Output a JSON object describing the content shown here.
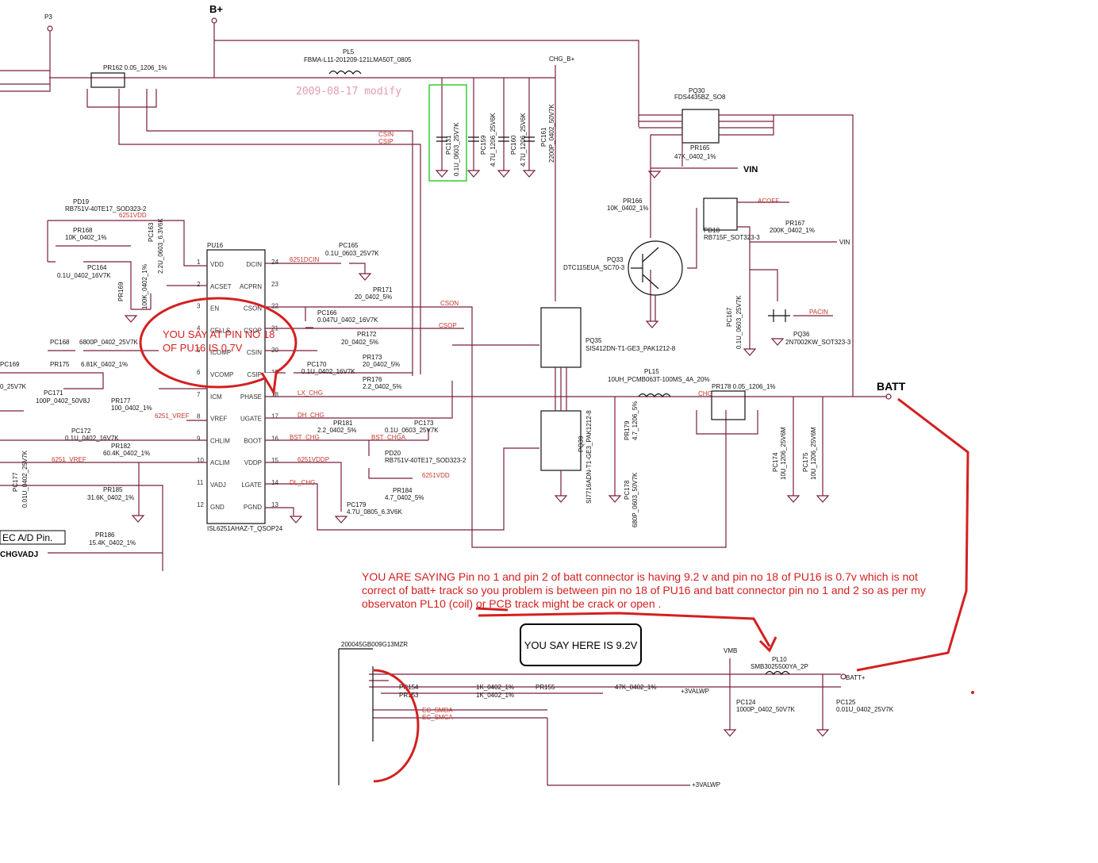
{
  "nets": {
    "bplus": "B+",
    "p3": "P3",
    "chg_bplus": "CHG_B+",
    "vin": "VIN",
    "vin2": "VIN",
    "batt": "BATT",
    "batt_plus": "BATT+",
    "vmb": "VMB",
    "acoff": "ACOFF",
    "pacin": "PACIN",
    "csin": "CSIN",
    "csip": "CSIP",
    "cson": "CSON",
    "csop": "CSOP",
    "lx_chg": "LX_CHG",
    "dh_chg": "DH_CHG",
    "bst_chg": "BST_CHG",
    "bst_chga": "BST_CHGA",
    "dl_chg": "DL_CHG",
    "vdd6251": "6251VDD",
    "vdd6251b": "6251VDD",
    "vdd6251c": "6251VDD",
    "vdd6251p": "6251VDDP",
    "vref6251": "6251_VREF",
    "vref6251b": "6251_VREF",
    "dcin6251": "6251DCIN",
    "valwp1": "+3VALWP",
    "valwp2": "+3VALWP",
    "ec_smda": "EC_SMDA",
    "ec_smca": "EC_SMCA",
    "ec_ad": "EC A/D Pin.",
    "chgvadj": "CHGVADJ",
    "chg": "CHG"
  },
  "modify": "2009-08-17 modify",
  "chip": {
    "ref": "PU16",
    "part": "ISL6251AHAZ-T_QSOP24",
    "left_pins": [
      {
        "name": "VDD",
        "num": "1"
      },
      {
        "name": "ACSET",
        "num": "2"
      },
      {
        "name": "EN",
        "num": "3"
      },
      {
        "name": "CELLS",
        "num": "4"
      },
      {
        "name": "ICOMP",
        "num": "5"
      },
      {
        "name": "VCOMP",
        "num": "6"
      },
      {
        "name": "ICM",
        "num": "7"
      },
      {
        "name": "VREF",
        "num": "8"
      },
      {
        "name": "CHLIM",
        "num": "9"
      },
      {
        "name": "ACLIM",
        "num": "10"
      },
      {
        "name": "VADJ",
        "num": "11"
      },
      {
        "name": "GND",
        "num": "12"
      }
    ],
    "right_pins": [
      {
        "name": "DCIN",
        "num": "24"
      },
      {
        "name": "ACPRN",
        "num": "23"
      },
      {
        "name": "CSON",
        "num": "22"
      },
      {
        "name": "CSOP",
        "num": "21"
      },
      {
        "name": "CSIN",
        "num": "20"
      },
      {
        "name": "CSIP",
        "num": "19"
      },
      {
        "name": "PHASE",
        "num": "18"
      },
      {
        "name": "UGATE",
        "num": "17"
      },
      {
        "name": "BOOT",
        "num": "16"
      },
      {
        "name": "VDDP",
        "num": "15"
      },
      {
        "name": "LGATE",
        "num": "14"
      },
      {
        "name": "PGND",
        "num": "13"
      }
    ]
  },
  "components": {
    "pl5": [
      "PL5",
      "FBMA-L11-201209-121LMA50T_0805"
    ],
    "pr162": [
      "PR162 0.05_1206_1%"
    ],
    "pc131": [
      "PC131",
      "0.1U_0603_25V7K"
    ],
    "pc159": [
      "PC159",
      "4.7U_1206_25V6K"
    ],
    "pc160": [
      "PC160",
      "4.7U_1206_25V6K"
    ],
    "pc161": [
      "PC161",
      "2200P_0402_50V7K"
    ],
    "pq30": [
      "PQ30",
      "FDS4435BZ_SO8"
    ],
    "pr165": [
      "PR165",
      "47K_0402_1%"
    ],
    "pr166": [
      "PR166",
      "10K_0402_1%"
    ],
    "pq33": [
      "PQ33",
      "DTC115EUA_SC70-3"
    ],
    "pd18": [
      "PD18",
      "RB715F_SOT323-3"
    ],
    "pr167": [
      "PR167",
      "200K_0402_1%"
    ],
    "pc167": [
      "PC167",
      "0.1U_0603_25V7K"
    ],
    "pq36": [
      "PQ36",
      "2N7002KW_SOT323-3"
    ],
    "pd19": [
      "PD19",
      "RB751V-40TE17_SOD323-2"
    ],
    "pr168": [
      "PR168",
      "10K_0402_1%"
    ],
    "pc164": [
      "PC164",
      "0.1U_0402_16V7K"
    ],
    "pc163": [
      "PC163",
      "2.2U_0603_6.3V6K"
    ],
    "pr169": [
      "PR169",
      "100K_0402_1%"
    ],
    "pc165": [
      "PC165",
      "0.1U_0603_25V7K"
    ],
    "pr171": [
      "PR171",
      "20_0402_5%"
    ],
    "pc166": [
      "PC166",
      "0.047U_0402_16V7K"
    ],
    "pr172": [
      "PR172",
      "20_0402_5%"
    ],
    "pr173": [
      "PR173",
      "20_0402_5%"
    ],
    "pc170": [
      "PC170",
      "0.1U_0402_16V7K"
    ],
    "pr176": [
      "PR176",
      "2.2_0402_5%"
    ],
    "pc168": [
      "PC168",
      "6800P_0402_25V7K"
    ],
    "pc169": [
      "PC169",
      "0_25V7K"
    ],
    "pr175": [
      "PR175",
      "6.81K_0402_1%"
    ],
    "pc171": [
      "PC171",
      "100P_0402_50V8J"
    ],
    "pc172": [
      "PC172",
      "0.1U_0402_16V7K"
    ],
    "pr177": [
      "PR177",
      "100_0402_1%"
    ],
    "pr182": [
      "PR182",
      "60.4K_0402_1%"
    ],
    "pc177": [
      "PC177",
      "0.01U_0402_25V7K"
    ],
    "pr185": [
      "PR185",
      "31.6K_0402_1%"
    ],
    "pr186": [
      "PR186",
      "15.4K_0402_1%"
    ],
    "pr181": [
      "PR181",
      "2.2_0402_5%"
    ],
    "pc173": [
      "PC173",
      "0.1U_0603_25V7K"
    ],
    "pd20": [
      "PD20",
      "RB751V-40TE17_SOD323-2"
    ],
    "pr184": [
      "PR184",
      "4.7_0402_5%"
    ],
    "pc179": [
      "PC179",
      "4.7U_0805_6.3V6K"
    ],
    "pq35": [
      "PQ35",
      "SIS412DN-T1-GE3_PAK1212-8"
    ],
    "pq39": [
      "PQ39",
      "SI7716ADN-T1-GE3_PAK1212-8"
    ],
    "pl15": [
      "PL15",
      "10UH_PCMB063T-100MS_4A_20%"
    ],
    "pr178": [
      "PR178 0.05_1206_1%"
    ],
    "pr179": [
      "PR179",
      "4.7_1206_5%"
    ],
    "pc178": [
      "PC178",
      "680P_0603_50V7K"
    ],
    "pc174": [
      "PC174",
      "10U_1206_25V6M"
    ],
    "pc175": [
      "PC175",
      "10U_1206_25V6M"
    ],
    "conn": [
      "200045GB009G13MZR"
    ],
    "pl10": [
      "PL10",
      "SMB3025500YA_2P"
    ],
    "pr154": [
      "PR154",
      "1K_0402_1%"
    ],
    "pr153": [
      "PR153",
      "1K_0402_1%"
    ],
    "pr155": [
      "PR155",
      "47K_0402_1%"
    ],
    "pc124": [
      "PC124",
      "1000P_0402_50V7K"
    ],
    "pc125": [
      "PC125",
      "0.01U_0402_25V7K"
    ]
  },
  "annotations": {
    "pin18": "YOU SAY AT PIN NO 18 OF PU16 IS 0.7V",
    "here": "YOU SAY HERE IS 9.2V",
    "main": "YOU ARE SAYING Pin no 1 and pin 2 of batt connector is having 9.2 v and pin no 18 of PU16 is 0.7v which is not correct of batt+ track so you problem is between   pin no 18 of PU16 and batt connector pin no 1 and 2 so as per my observaton PL10 (coil)  or PCB track might be crack or open ."
  },
  "colors": {
    "wire": "#7a1f3d",
    "annotation": "#d42020",
    "highlight_box": "#33cc33"
  }
}
